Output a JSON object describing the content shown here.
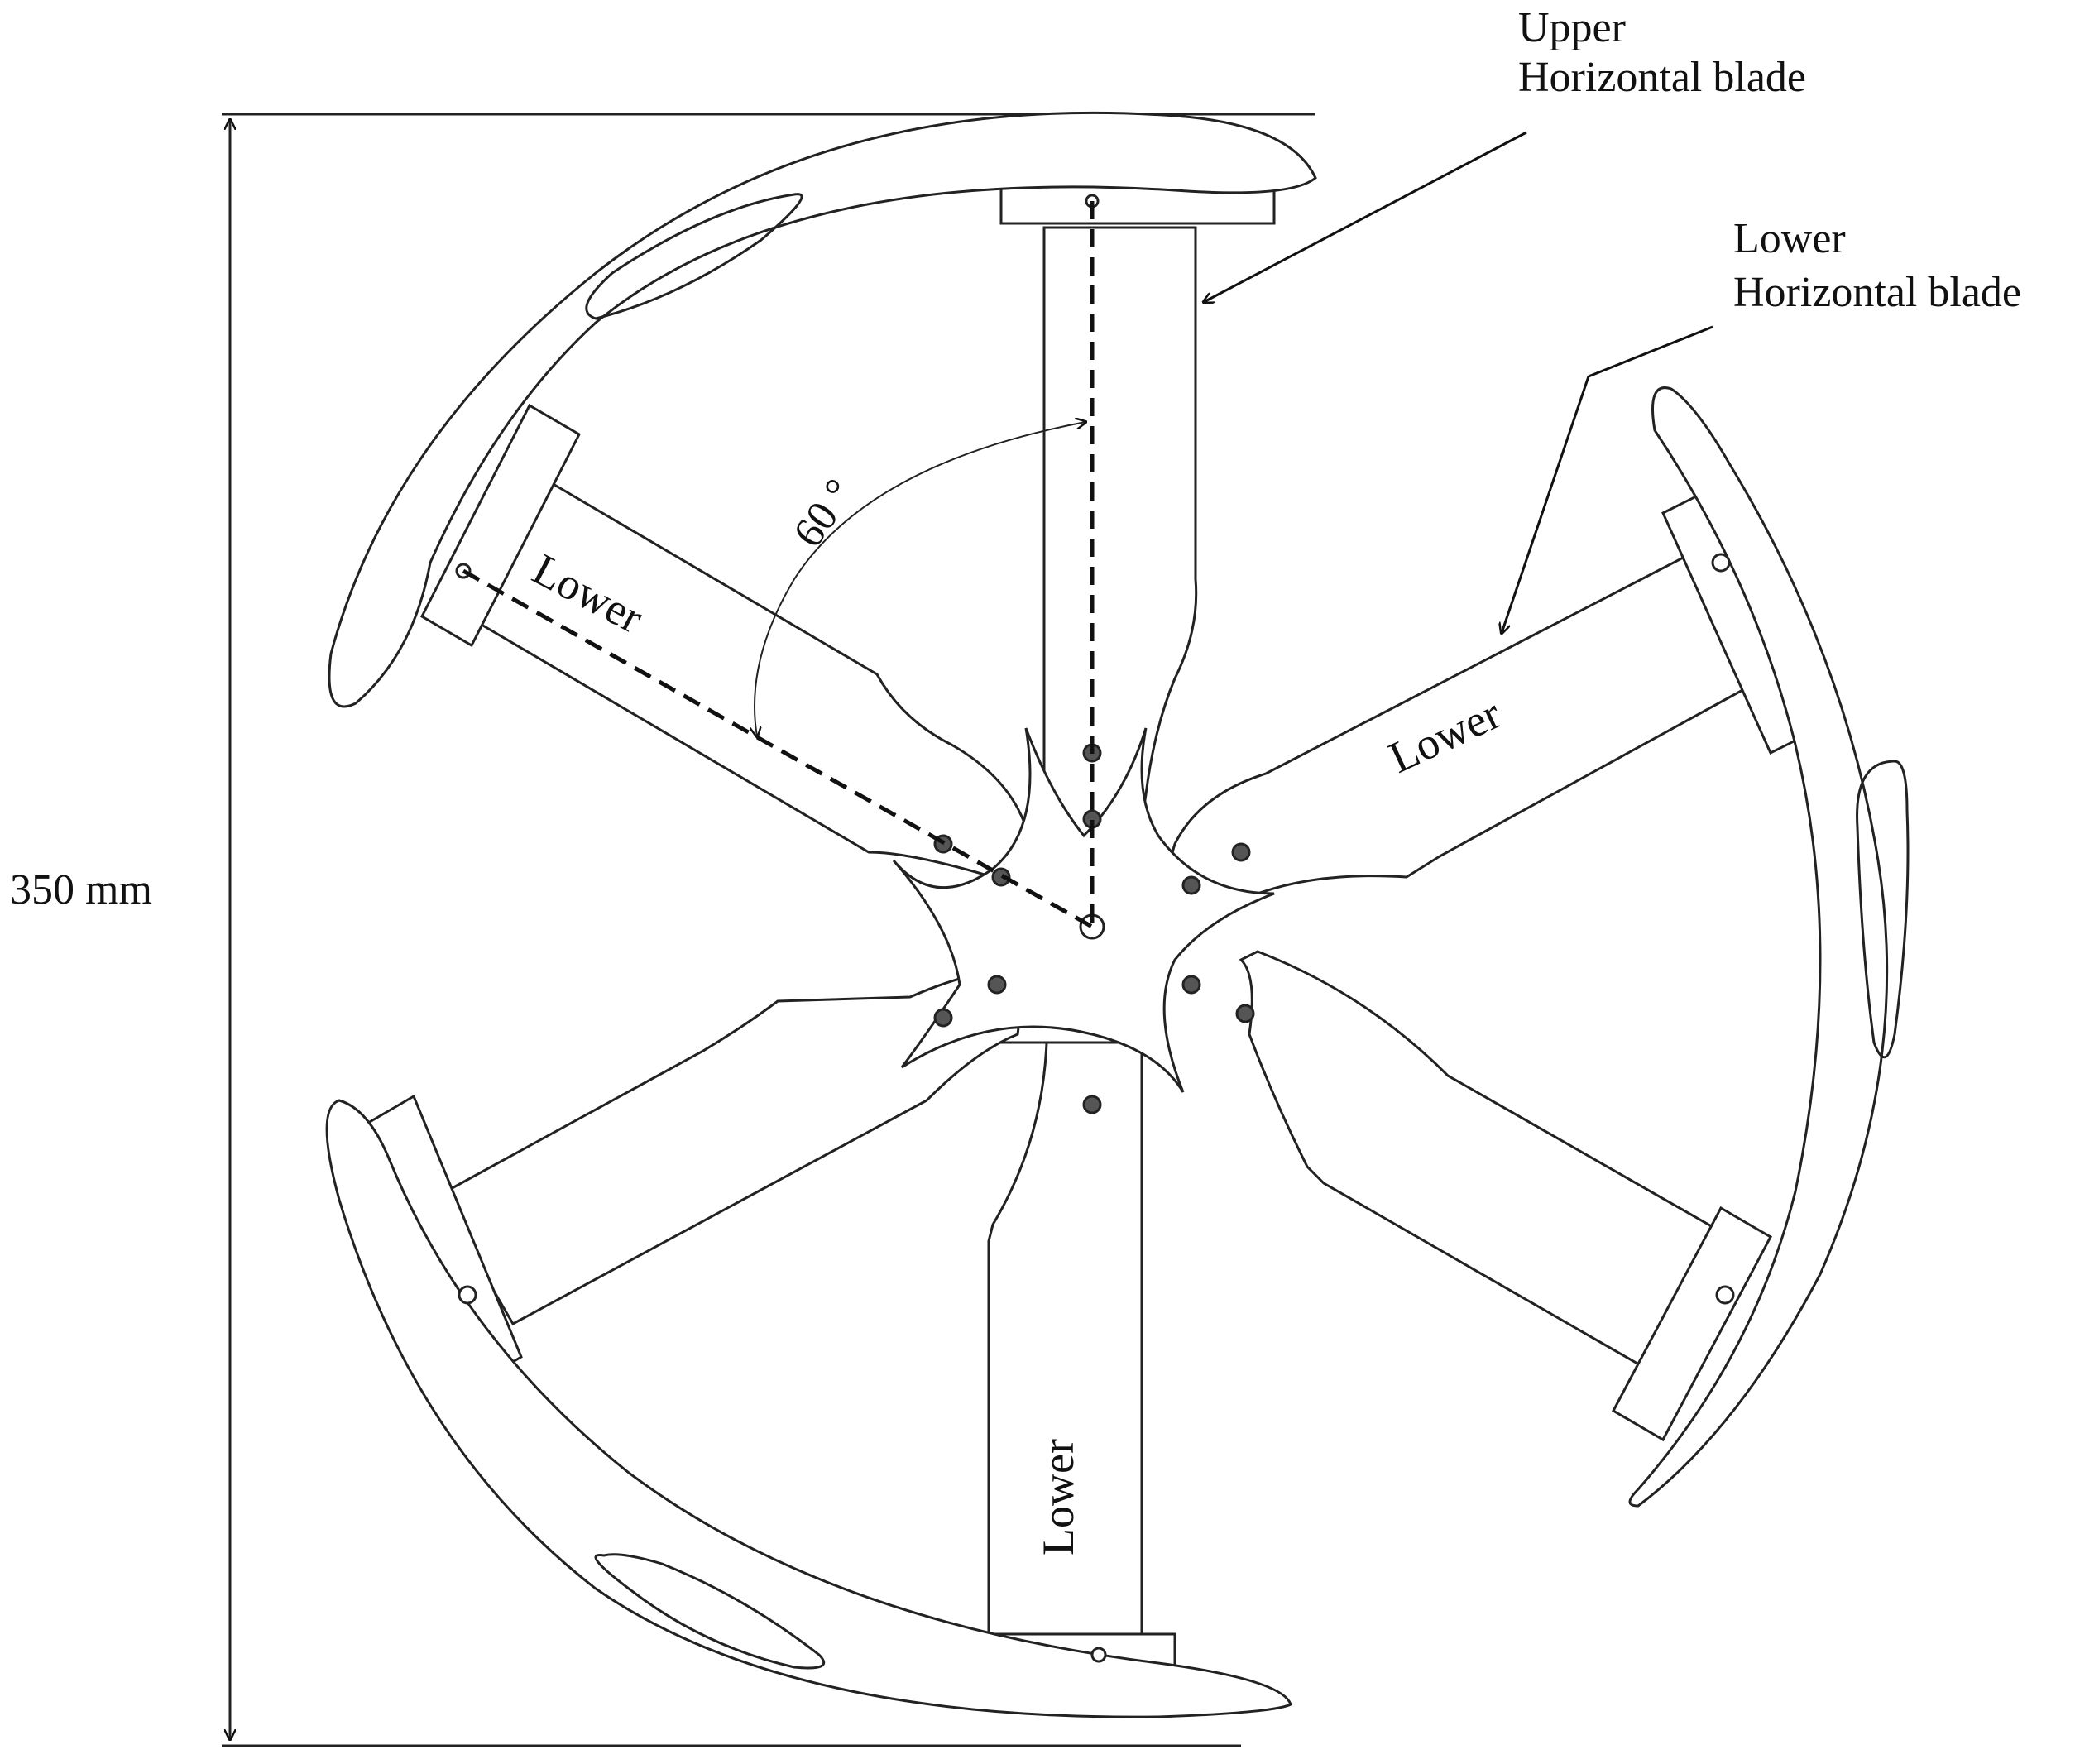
{
  "labels": {
    "upper_line1": "Upper",
    "upper_line2": "Horizontal blade",
    "lower_line1": "Lower",
    "lower_line2": "Horizontal blade",
    "arm_upper_left": "Lower",
    "arm_right": "Lower",
    "arm_bottom": "Lower",
    "angle": "60 °",
    "dimension": "350 mm"
  },
  "colors": {
    "line": "#222222",
    "background": "#ffffff"
  }
}
